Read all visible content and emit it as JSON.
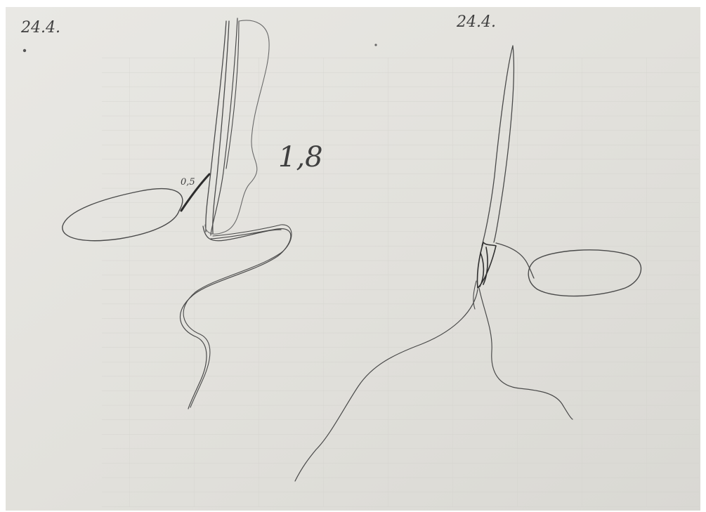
{
  "colors": {
    "paper": "#e3e2dd",
    "paper_light": "#ecebe7",
    "grid_line": "#cfcec9",
    "pencil": "#4a4a4a",
    "pencil_dark": "#2c2c2c",
    "margin_white": "#ffffff"
  },
  "sketch": {
    "left_date": "24.4.",
    "right_date": "24.4.",
    "length_label": "1,8",
    "small_label": "0,5"
  }
}
